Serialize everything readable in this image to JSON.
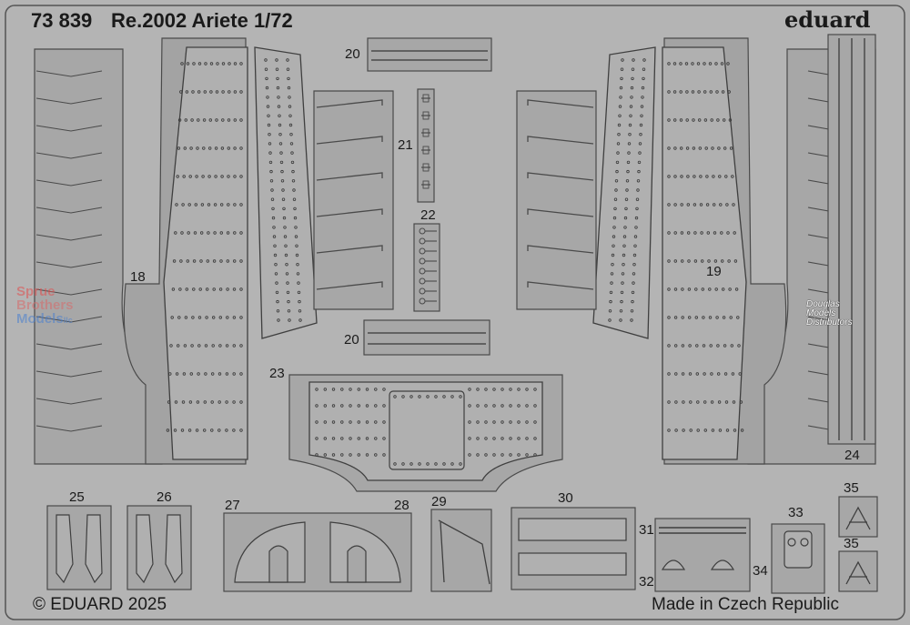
{
  "header": {
    "kit_code": "73 839",
    "kit_title": "Re.2002 Ariete 1/72",
    "brand": "eduard"
  },
  "footer": {
    "copyright": "© EDUARD 2025",
    "origin": "Made in Czech Republic"
  },
  "watermarks": {
    "left_line1": "Sprue",
    "left_line2": "Brothers",
    "left_line3": "Models",
    "left_suffix": "llc",
    "right_line1": "Douglas",
    "right_line2": "Models",
    "right_line3": "Distributors"
  },
  "part_numbers": {
    "p18": "18",
    "p19": "19",
    "p20a": "20",
    "p20b": "20",
    "p21": "21",
    "p22": "22",
    "p23": "23",
    "p24": "24",
    "p25": "25",
    "p26": "26",
    "p27": "27",
    "p28": "28",
    "p29": "29",
    "p30": "30",
    "p31": "31",
    "p32": "32",
    "p33": "33",
    "p34": "34",
    "p35a": "35",
    "p35b": "35"
  },
  "colors": {
    "fret": "#b4b4b4",
    "part": "#a7a7a7",
    "edge": "#4a4a4a",
    "text": "#1a1a1a"
  }
}
